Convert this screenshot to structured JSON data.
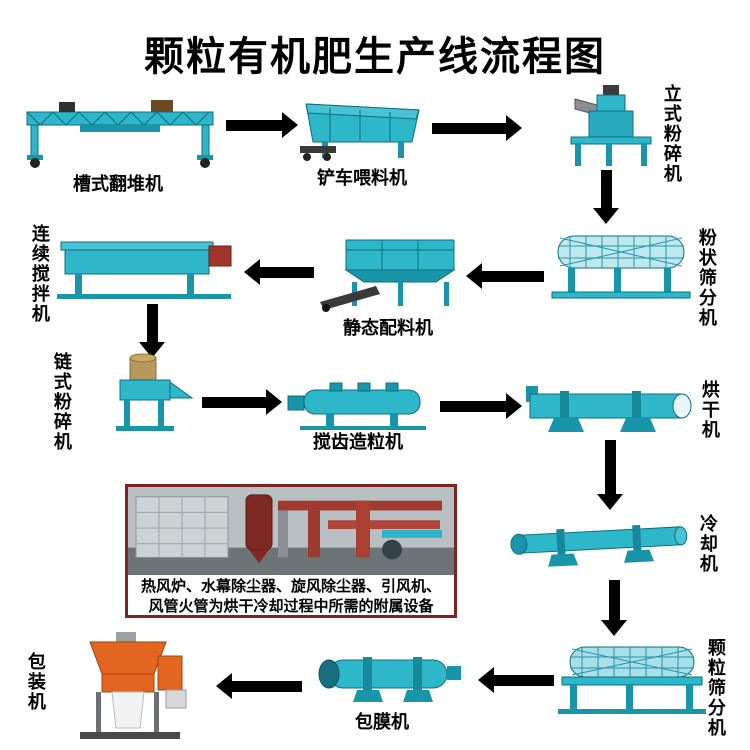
{
  "title": "颗粒有机肥生产线流程图",
  "machines": {
    "trough_turner": {
      "label": "槽式翻堆机"
    },
    "forklift_feeder": {
      "label": "铲车喂料机"
    },
    "vertical_crusher": {
      "label": "立式粉碎机"
    },
    "powder_screener": {
      "label": "粉状筛分机"
    },
    "static_batcher": {
      "label": "静态配料机"
    },
    "continuous_mixer": {
      "label": "连续搅拌机"
    },
    "chain_crusher": {
      "label": "链式粉碎机"
    },
    "tooth_granulator": {
      "label": "搅齿造粒机"
    },
    "dryer": {
      "label": "烘干机"
    },
    "cooler": {
      "label": "冷却机"
    },
    "granule_screener": {
      "label": "颗粒筛分机"
    },
    "coating_machine": {
      "label": "包膜机"
    },
    "packing_machine": {
      "label": "包装机"
    }
  },
  "aux_note": {
    "line1": "热风炉、水幕除尘器、旋风除尘器、引风机、",
    "line2": "风管火管为烘干冷却过程中所需的附属设备"
  },
  "colors": {
    "machine_teal": "#2eb6c9",
    "machine_teal_dark": "#1995aa",
    "arrow_black": "#000000",
    "packing_orange": "#e2661f",
    "photo_frame_red": "#7c2424"
  }
}
